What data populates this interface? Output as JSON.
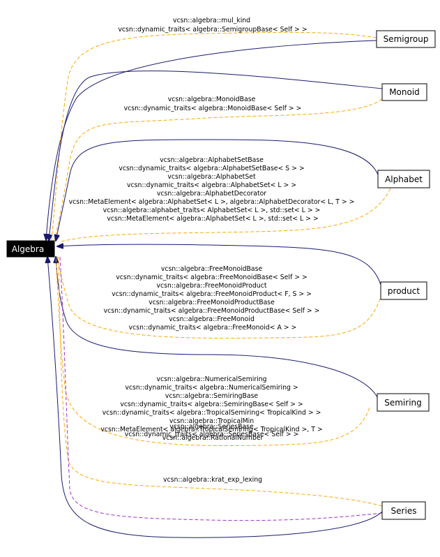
{
  "nodes": {
    "algebra": "Algebra",
    "semigroup": "Semigroup",
    "monoid": "Monoid",
    "alphabet": "Alphabet",
    "product": "product",
    "semiring": "Semiring",
    "series": "Series"
  },
  "labels": {
    "semigroup": [
      "vcsn::algebra::mul_kind",
      "vcsn::dynamic_traits< algebra::SemigroupBase< Self > >"
    ],
    "monoid": [
      "vcsn::algebra::MonoidBase",
      "vcsn::dynamic_traits< algebra::MonoidBase< Self > >"
    ],
    "alphabet": [
      "vcsn::algebra::AlphabetSetBase",
      "vcsn::dynamic_traits< algebra::AlphabetSetBase< S > >",
      "vcsn::algebra::AlphabetSet",
      "vcsn::dynamic_traits< algebra::AlphabetSet< L > >",
      "vcsn::algebra::AlphabetDecorator",
      "vcsn::MetaElement< algebra::AlphabetSet< L >, algebra::AlphabetDecorator< L, T > >",
      "vcsn::algebra::alphabet_traits< AlphabetSet< L >, std::set< L > >",
      "vcsn::MetaElement< algebra::AlphabetSet< L >, std::set< L > >"
    ],
    "product": [
      "vcsn::algebra::FreeMonoidBase",
      "vcsn::dynamic_traits< algebra::FreeMonoidBase< Self > >",
      "vcsn::algebra::FreeMonoidProduct",
      "vcsn::dynamic_traits< algebra::FreeMonoidProduct< F, S > >",
      "vcsn::algebra::FreeMonoidProductBase",
      "vcsn::dynamic_traits< algebra::FreeMonoidProductBase< Self > >",
      "vcsn::algebra::FreeMonoid",
      "vcsn::dynamic_traits< algebra::FreeMonoid< A > >"
    ],
    "semiring": [
      "vcsn::algebra::NumericalSemiring",
      "vcsn::dynamic_traits< algebra::NumericalSemiring >",
      "vcsn::algebra::SemiringBase",
      "vcsn::dynamic_traits< algebra::SemiringBase< Self > >",
      "vcsn::dynamic_traits< algebra::TropicalSemiring< TropicalKind > >",
      "vcsn::algebra::TropicalMin",
      "vcsn::algebra::SeriesBase",
      "vcsn::MetaElement< algebra::TropicalSemiring< TropicalKind >, T >",
      "vcsn::dynamic_traits< algebra::SeriesBase< Self > >",
      "vcsn::algebra::RationalNumber"
    ],
    "series": [
      "vcsn::algebra::krat_exp_lexing"
    ]
  }
}
